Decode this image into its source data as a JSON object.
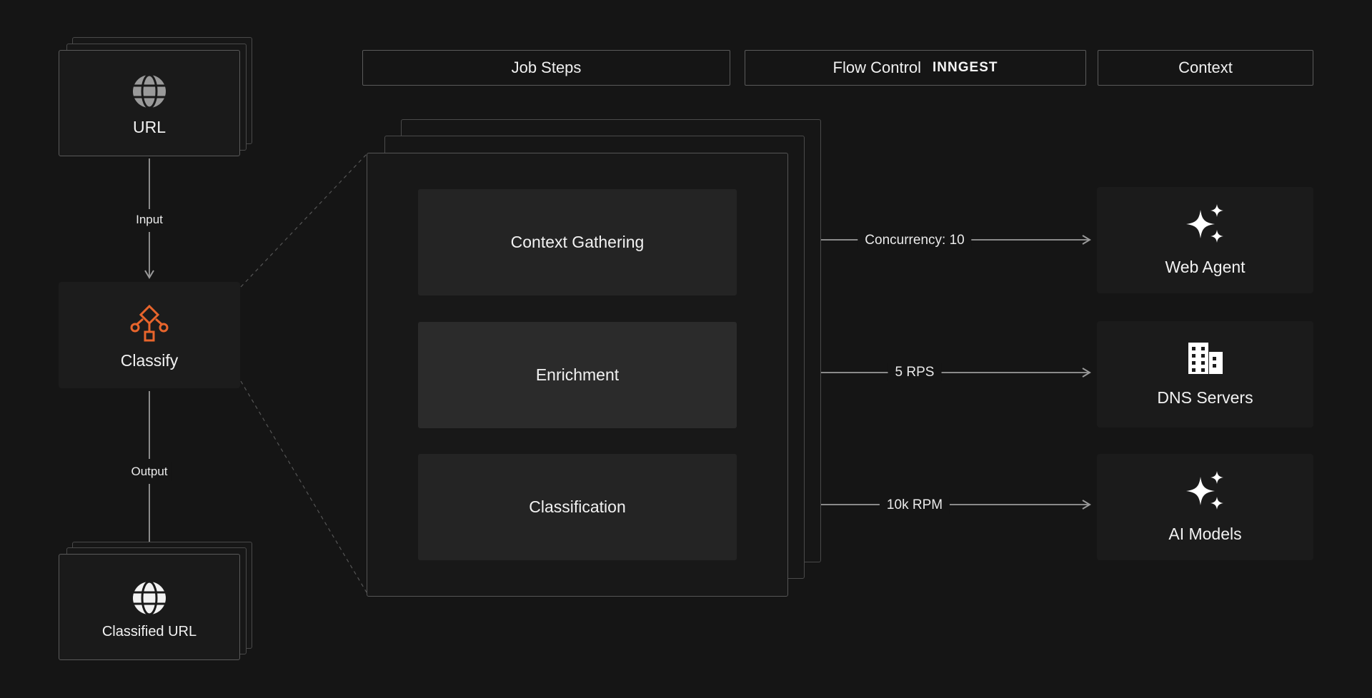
{
  "headers": {
    "job_steps": "Job Steps",
    "flow_control": "Flow Control",
    "flow_control_brand": "INNGEST",
    "context": "Context"
  },
  "left_flow": {
    "url": {
      "label": "URL",
      "icon": "globe-icon"
    },
    "input_label": "Input",
    "classify": {
      "label": "Classify",
      "icon": "workflow-icon",
      "accent": "#e8652c"
    },
    "output_label": "Output",
    "classified_url": {
      "label": "Classified URL",
      "icon": "globe-icon"
    }
  },
  "steps": [
    {
      "label": "Context Gathering",
      "rate": "Concurrency: 10"
    },
    {
      "label": "Enrichment",
      "rate": "5 RPS"
    },
    {
      "label": "Classification",
      "rate": "10k RPM"
    }
  ],
  "context": [
    {
      "label": "Web Agent",
      "icon": "sparkles-icon"
    },
    {
      "label": "DNS Servers",
      "icon": "building-icon"
    },
    {
      "label": "AI Models",
      "icon": "sparkles-icon"
    }
  ],
  "colors": {
    "background": "#151515",
    "accent": "#e8652c",
    "line": "#8a8a8a"
  }
}
